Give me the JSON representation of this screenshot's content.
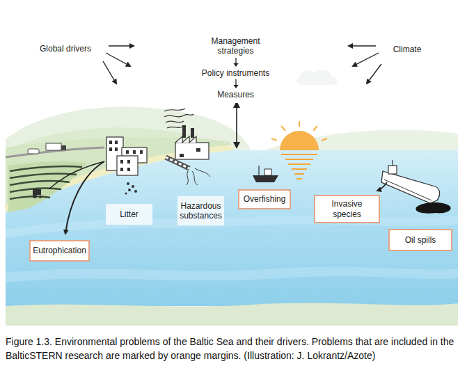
{
  "diagram": {
    "caption": "Figure 1.3. Environmental problems of the Baltic Sea and their drivers. Problems that are included in the BalticSTERN research are marked by orange margins. (Illustration: J. Lokrantz/Azote)",
    "nodes": [
      {
        "text": [
          "Global drivers"
        ]
      },
      {
        "text": [
          "Management strategies",
          "Policy instruments",
          "Measures"
        ]
      },
      {
        "text": [
          "Climate"
        ]
      },
      {
        "text": [
          "Litter"
        ]
      },
      {
        "text": [
          "Hazardous substances"
        ]
      },
      {
        "text": [
          "Overfishing"
        ]
      },
      {
        "text": [
          "Invasive species"
        ]
      },
      {
        "text": [
          "Eutrophication"
        ]
      },
      {
        "text": [
          "Oil spills"
        ]
      }
    ]
  }
}
